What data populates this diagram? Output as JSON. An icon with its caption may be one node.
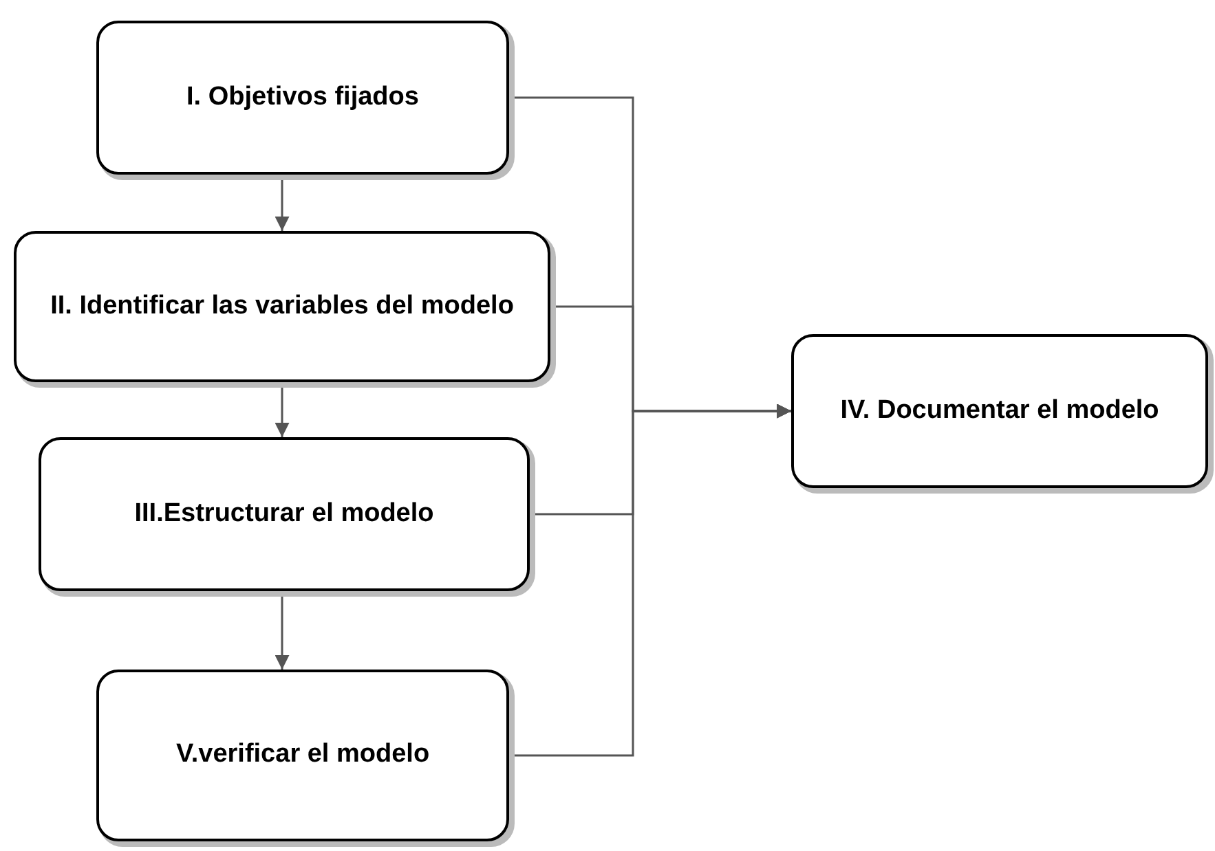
{
  "diagram": {
    "nodes": [
      {
        "text": [
          "I. Objetivos fijados"
        ]
      },
      {
        "text": [
          "II. Identificar las variables del modelo"
        ]
      },
      {
        "text": [
          "III.Estructurar el modelo"
        ]
      },
      {
        "text": [
          "V.verificar el modelo"
        ]
      },
      {
        "text": [
          "IV. Documentar el modelo"
        ]
      }
    ],
    "edges": [
      {
        "from": 0,
        "to": 1,
        "arrow": "to"
      },
      {
        "from": 1,
        "to": 2,
        "arrow": "to"
      },
      {
        "from": 2,
        "to": 3,
        "arrow": "to"
      },
      {
        "from": 0,
        "to": 4,
        "arrow": "to"
      },
      {
        "from": 1,
        "to": 4,
        "arrow": "to"
      },
      {
        "from": 2,
        "to": 4,
        "arrow": "to"
      },
      {
        "from": 3,
        "to": 4,
        "arrow": "to"
      }
    ]
  }
}
